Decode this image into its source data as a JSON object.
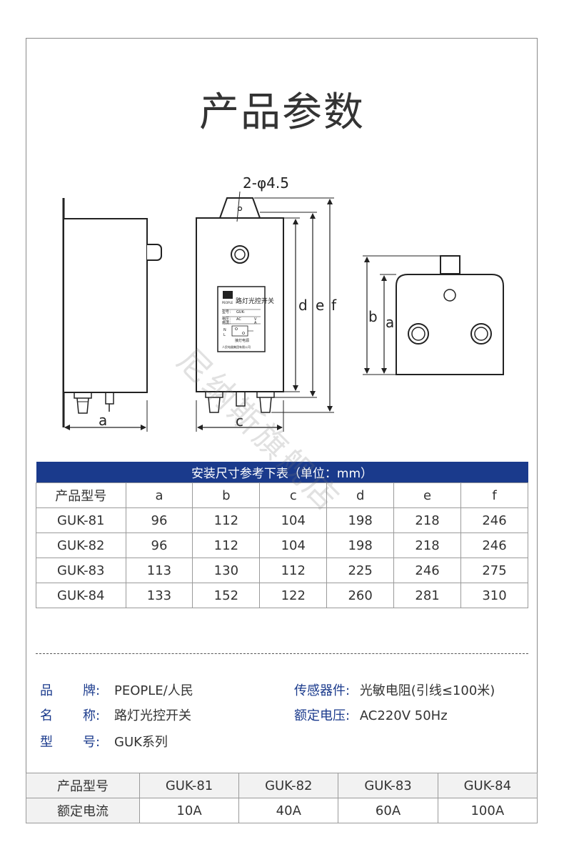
{
  "page_title": "产品参数",
  "drawing": {
    "hole_label": "2-φ4.5",
    "dim_a_side": "a",
    "dim_c": "c",
    "dim_d": "d",
    "dim_e": "e",
    "dim_f": "f",
    "dim_b": "b",
    "dim_a_top": "a",
    "plate_text": "路灯光控开关",
    "plate_brand": "PEOPLE",
    "plate_model": "型号：",
    "plate_model_value": "GUK-",
    "plate_voltage": "电压：",
    "plate_voltage_value": "AC",
    "plate_voltage_unit": "V",
    "plate_current": "电流：",
    "plate_current_unit": "A",
    "plate_n": "N",
    "plate_l": "L",
    "plate_sensor": "接灯电源",
    "plate_maker": "人民电器集团有限公司"
  },
  "watermark": "尼纳斯旗舰店",
  "dim_table": {
    "banner": "安装尺寸参考下表（单位：mm）",
    "headers": [
      "产品型号",
      "a",
      "b",
      "c",
      "d",
      "e",
      "f"
    ],
    "rows": [
      [
        "GUK-81",
        "96",
        "112",
        "104",
        "198",
        "218",
        "246"
      ],
      [
        "GUK-82",
        "96",
        "112",
        "104",
        "198",
        "218",
        "246"
      ],
      [
        "GUK-83",
        "113",
        "130",
        "112",
        "225",
        "246",
        "275"
      ],
      [
        "GUK-84",
        "133",
        "152",
        "122",
        "260",
        "281",
        "310"
      ]
    ]
  },
  "specs": {
    "brand_k1": "品",
    "brand_k2": "牌:",
    "brand_v": "PEOPLE/人民",
    "name_k1": "名",
    "name_k2": "称:",
    "name_v": "路灯光控开关",
    "model_k1": "型",
    "model_k2": "号:",
    "model_v": "GUK系列",
    "sensor_k": "传感器件:",
    "sensor_v": "光敏电阻(引线≤100米)",
    "voltage_k": "额定电压:",
    "voltage_v": "AC220V 50Hz"
  },
  "current_table": {
    "row1": [
      "产品型号",
      "GUK-81",
      "GUK-82",
      "GUK-83",
      "GUK-84"
    ],
    "row2": [
      "额定电流",
      "10A",
      "40A",
      "60A",
      "100A"
    ]
  }
}
